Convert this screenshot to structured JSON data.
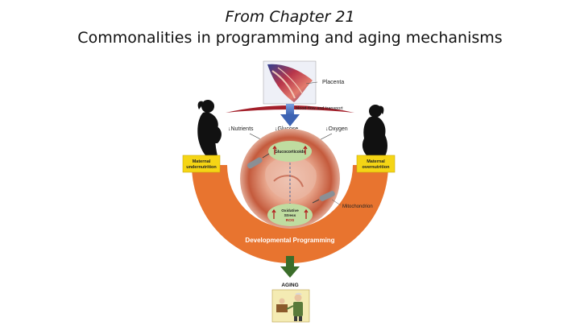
{
  "slide": {
    "title_line1": "From Chapter 21",
    "title_line2": "Commonalities in programming and aging mechanisms"
  },
  "diagram": {
    "placenta_label": "Placenta",
    "blood_flow_label": "blood flow and transport",
    "nutrients_label": "↓Nutrients",
    "glucose_label": "↓Glucose",
    "oxygen_label": "↓Oxygen",
    "glucocorticoids_label": "Glucocorticoids",
    "oxidative_stress_line1": "Oxidative",
    "oxidative_stress_line2": "Stress",
    "ros_label": "ROS",
    "mitochondrion_label": "Mitochondrion",
    "maternal_under_line1": "Maternal",
    "maternal_under_line2": "undernutrition",
    "maternal_over_line1": "Maternal",
    "maternal_over_line2": "overnutrition",
    "developmental_programming_label": "Developmental Programming",
    "aging_label": "AGING"
  },
  "colors": {
    "orange_band": "#e8742f",
    "yellow_box": "#f5d515",
    "green_oval": "#bfdca0",
    "arrow_blue": "#4a76c4",
    "arrow_green": "#3b6d2a",
    "placenta_arc": "#a31f2a"
  }
}
